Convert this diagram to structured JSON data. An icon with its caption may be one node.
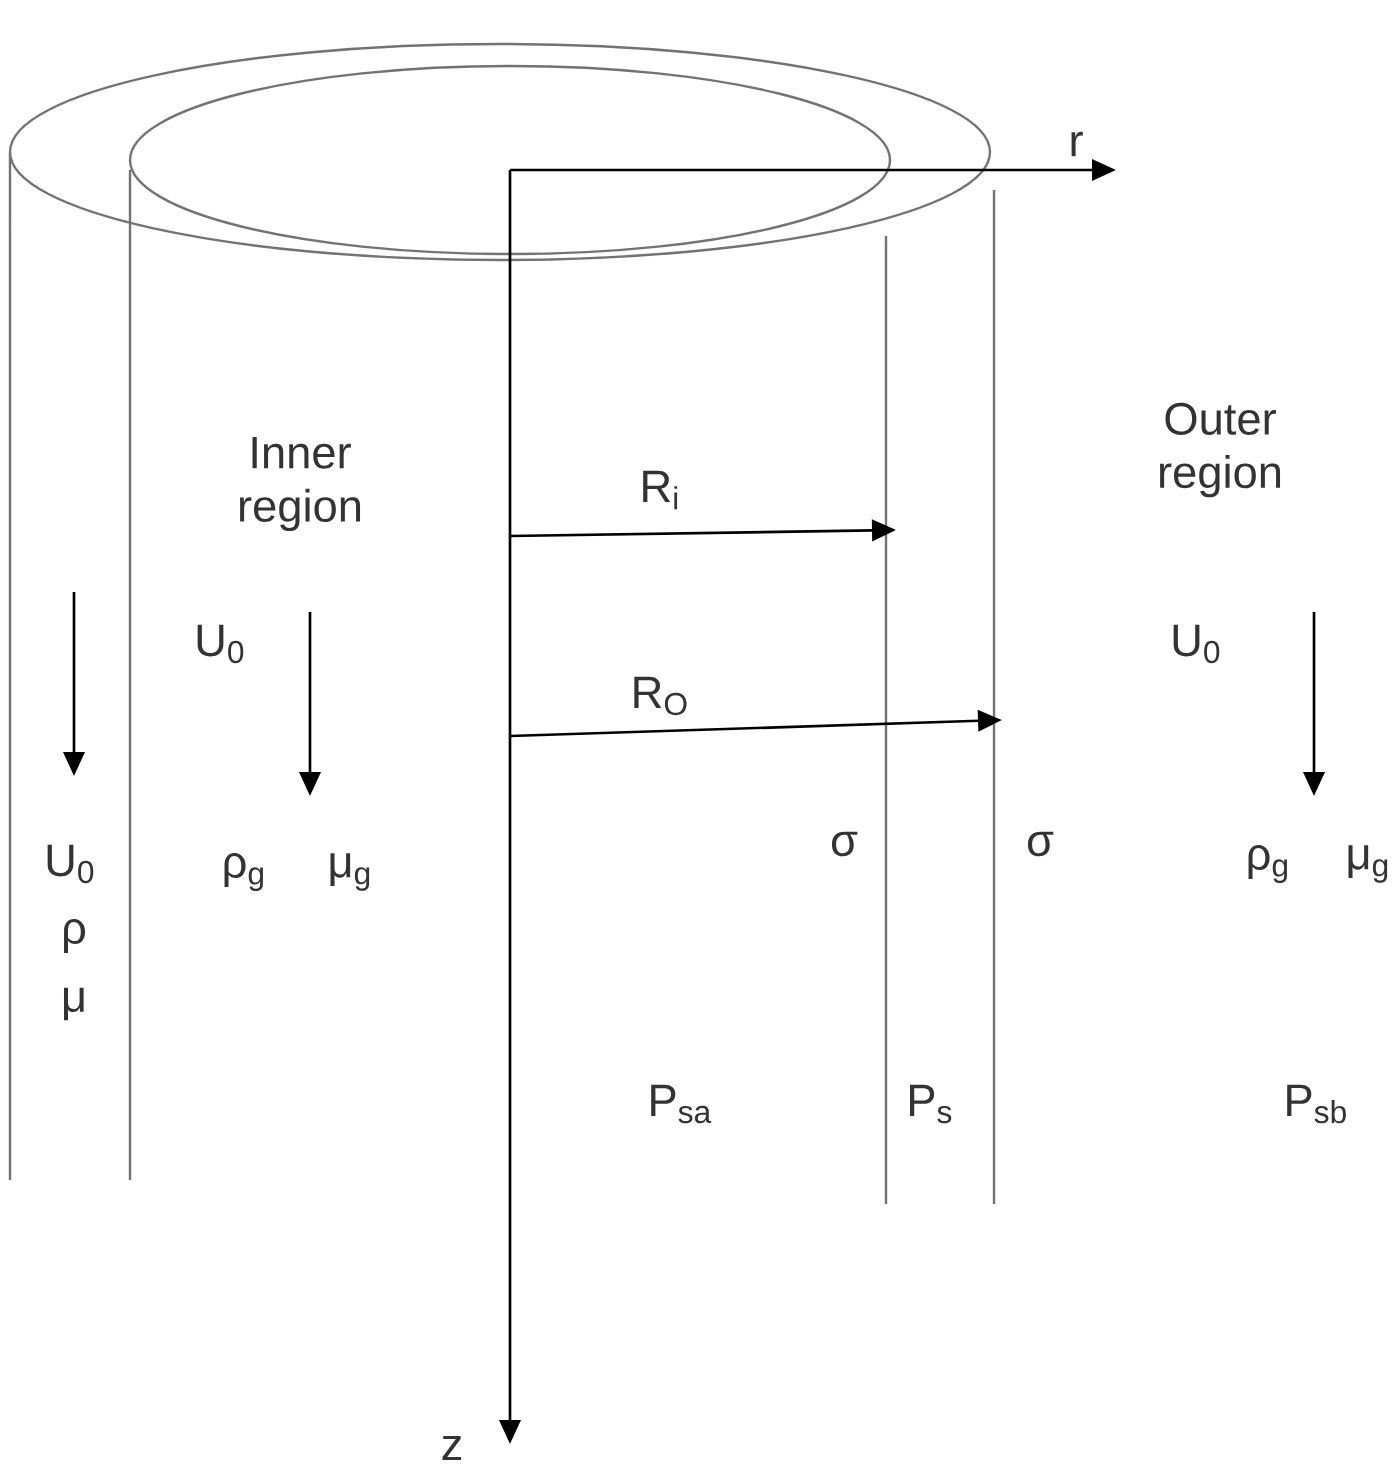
{
  "diagram": {
    "labels": [
      "r",
      "Inner region",
      "Outer region",
      "R$_{i}$",
      "U$_{0}$",
      "U$_{0}$",
      "R$_{O}$",
      "σ",
      "σ",
      "U$_{0}$",
      "ρ$_{g}$",
      "μ$_{g}$",
      "ρ$_{g}$",
      "μ$_{g}$",
      "ρ",
      "μ",
      "P$_{sa}$",
      "P$_{s}$",
      "P$_{sb}$",
      "z"
    ]
  }
}
